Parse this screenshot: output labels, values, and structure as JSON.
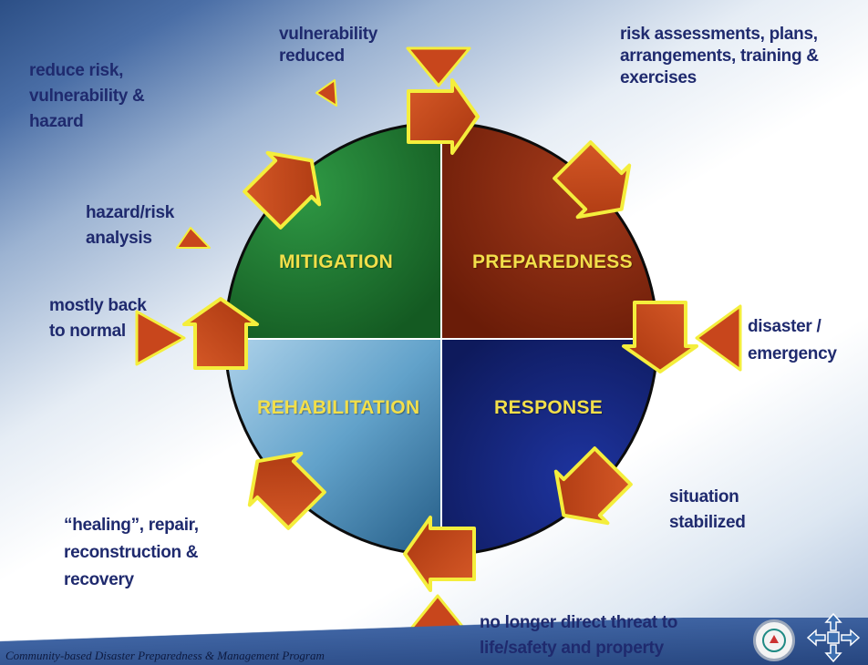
{
  "phases": {
    "mitigation": "MITIGATION",
    "preparedness": "PREPAREDNESS",
    "response": "RESPONSE",
    "rehabilitation": "REHABILITATION"
  },
  "annotations": {
    "vulnerability_reduced": [
      "vulnerability",
      "reduced"
    ],
    "risk_assessments": [
      "risk assessments, plans,",
      "arrangements, training &",
      "exercises"
    ],
    "reduce_risk": [
      "reduce risk,",
      "vulnerability &",
      "hazard"
    ],
    "hazard_risk_analysis": [
      "hazard/risk",
      "analysis"
    ],
    "mostly_back": [
      "mostly back",
      "to normal"
    ],
    "disaster_emergency": [
      "disaster /",
      "emergency"
    ],
    "situation_stabilized": [
      "situation",
      "stabilized"
    ],
    "healing": [
      "“healing”, repair,",
      "reconstruction &",
      "recovery"
    ],
    "no_longer_threat": [
      "no longer direct threat to",
      "life/safety and property"
    ]
  },
  "footer": {
    "program": "Community-based Disaster Preparedness & Management Program"
  },
  "colors": {
    "mitigation": "#1f7a32",
    "preparedness": "#8a2a10",
    "response": "#16267a",
    "rehabilitation": "#5f9ec6",
    "arrow_fill": "#c8461c",
    "arrow_outline": "#f4ee3c",
    "label_text": "#1f2a6e",
    "phase_text": "#f2df4a"
  },
  "icons": [
    "pointer-triangle",
    "cycle-arrow",
    "seal-logo",
    "four-arrows-logo"
  ]
}
